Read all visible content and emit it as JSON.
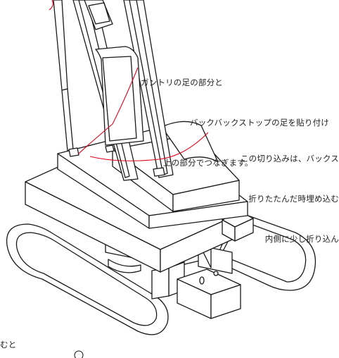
{
  "annotations": {
    "gantry_note": {
      "line1": "ガントリの足の部分と",
      "line2": "バックバックストップの足を貼り付け",
      "line3": "上の部分でつなぎます。"
    },
    "cut_note": {
      "line1": "この切り込みは、バックス",
      "line2": "折りたたんだ時埋め込む",
      "line3": "内側に少し折り込ん"
    },
    "edge_fragment": "むと"
  },
  "colors": {
    "line": "#1a1a1a",
    "leader": "#e0001b",
    "fill": "#ffffff"
  }
}
